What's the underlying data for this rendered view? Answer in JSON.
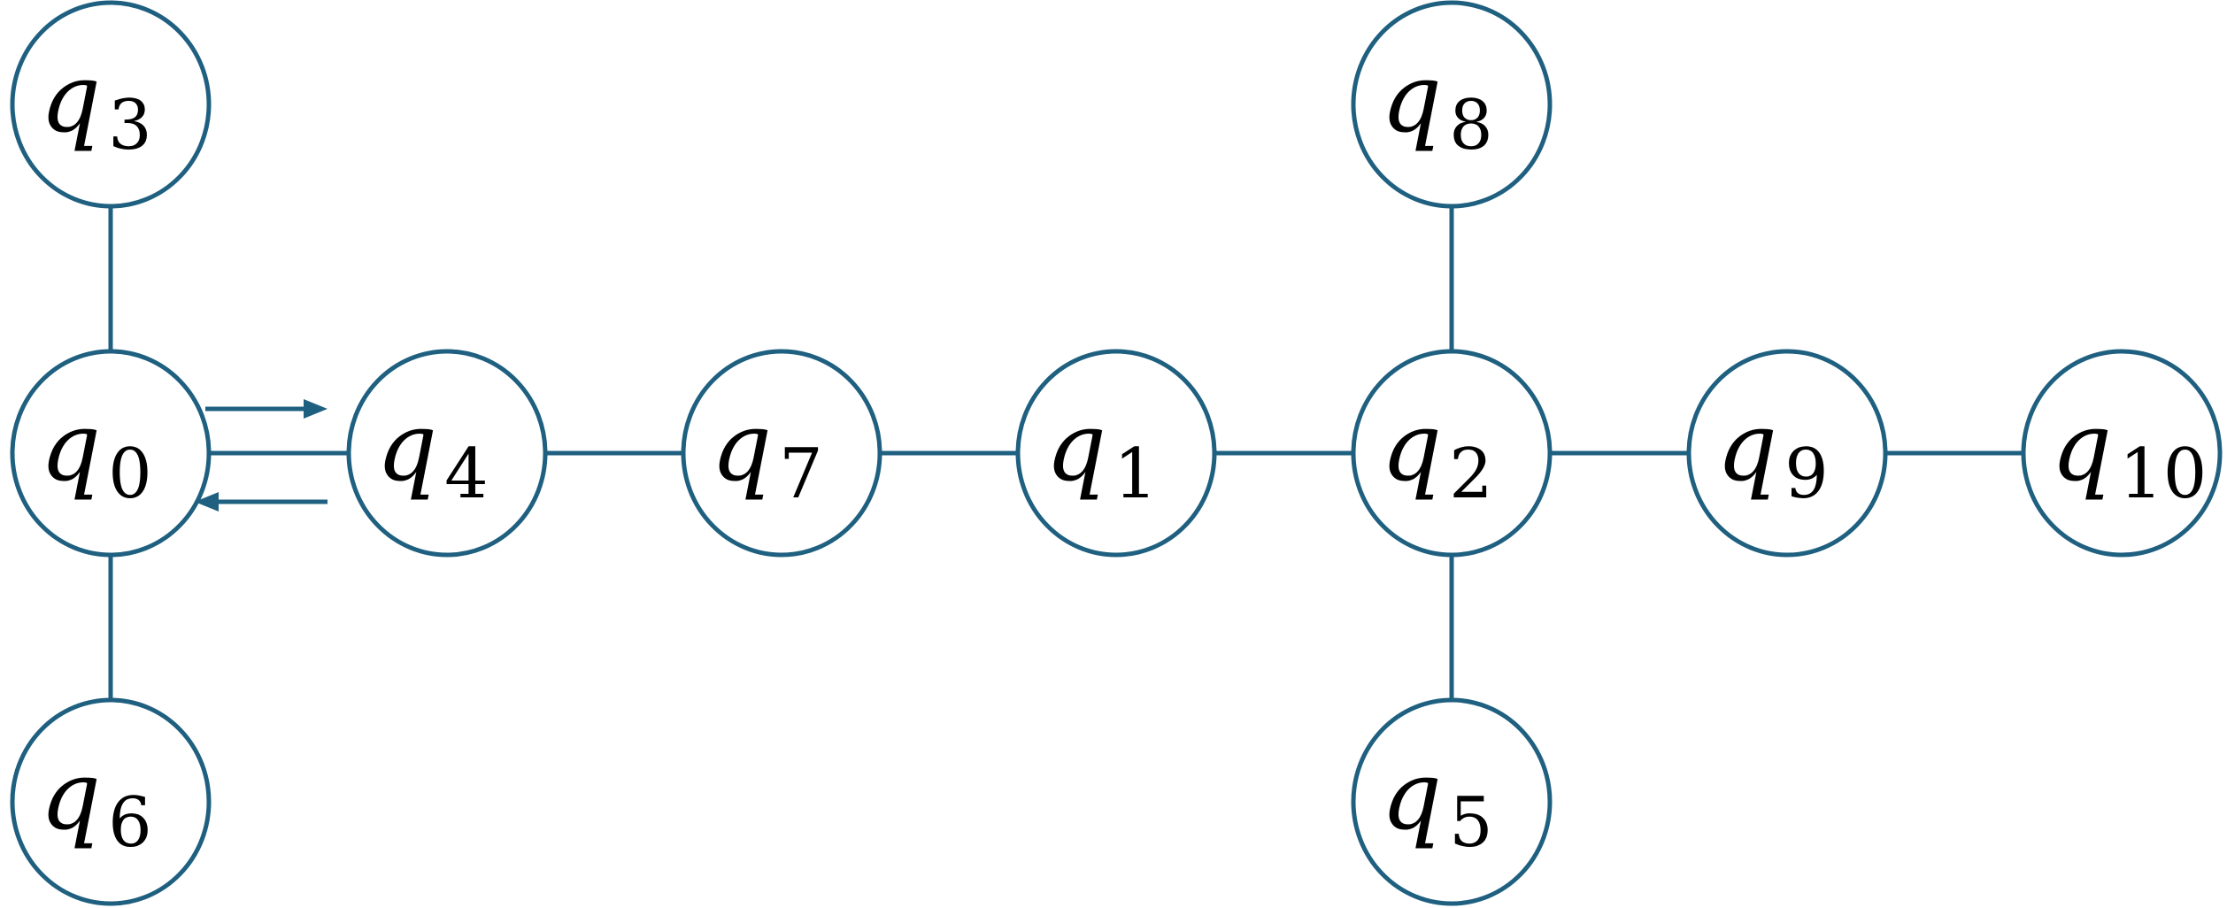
{
  "diagram": {
    "type": "qubit-coupling-graph",
    "colors": {
      "stroke": "#1f6080",
      "node_fill": "#ffffff",
      "text": "#000000"
    },
    "nodes": [
      {
        "id": "q3",
        "letter": "q",
        "sub": "3"
      },
      {
        "id": "q0",
        "letter": "q",
        "sub": "0"
      },
      {
        "id": "q6",
        "letter": "q",
        "sub": "6"
      },
      {
        "id": "q4",
        "letter": "q",
        "sub": "4"
      },
      {
        "id": "q7",
        "letter": "q",
        "sub": "7"
      },
      {
        "id": "q1",
        "letter": "q",
        "sub": "1"
      },
      {
        "id": "q8",
        "letter": "q",
        "sub": "8"
      },
      {
        "id": "q2",
        "letter": "q",
        "sub": "2"
      },
      {
        "id": "q5",
        "letter": "q",
        "sub": "5"
      },
      {
        "id": "q9",
        "letter": "q",
        "sub": "9"
      },
      {
        "id": "q10",
        "letter": "q",
        "sub": "10"
      }
    ],
    "edges": [
      {
        "from": "q3",
        "to": "q0"
      },
      {
        "from": "q0",
        "to": "q6"
      },
      {
        "from": "q0",
        "to": "q4"
      },
      {
        "from": "q4",
        "to": "q7"
      },
      {
        "from": "q7",
        "to": "q1"
      },
      {
        "from": "q1",
        "to": "q2"
      },
      {
        "from": "q8",
        "to": "q2"
      },
      {
        "from": "q2",
        "to": "q5"
      },
      {
        "from": "q2",
        "to": "q9"
      },
      {
        "from": "q9",
        "to": "q10"
      }
    ],
    "arrows": [
      {
        "from": "q0",
        "to": "q4",
        "direction": "forward"
      },
      {
        "from": "q4",
        "to": "q0",
        "direction": "backward"
      }
    ]
  }
}
